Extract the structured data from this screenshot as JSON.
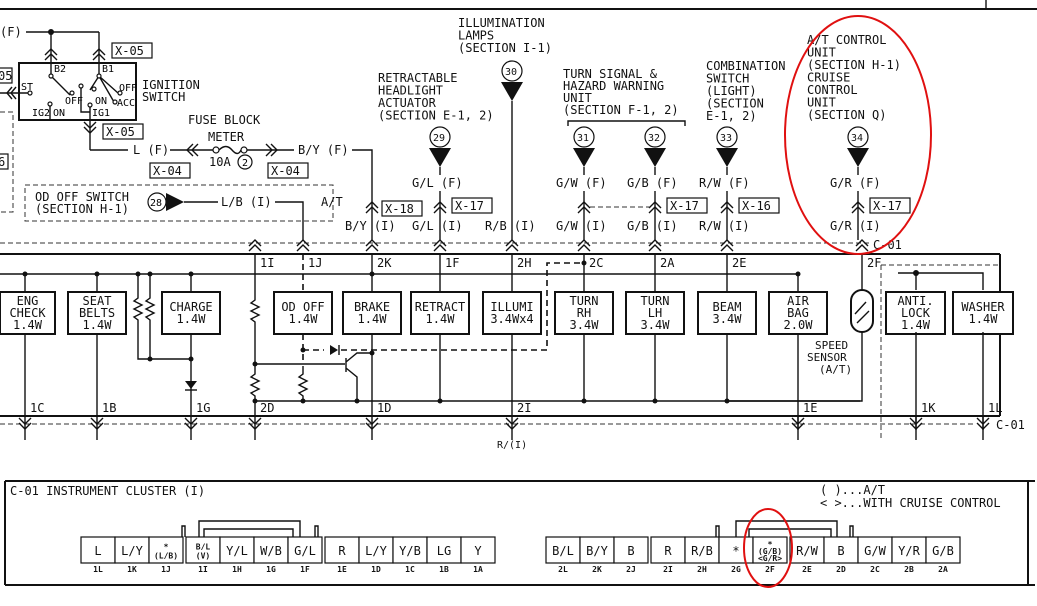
{
  "top_left": {
    "wire_f": "(F)",
    "tag_05_left": "05",
    "tag_6_left": "6",
    "ignition_switch": {
      "line1": "IGNITION",
      "line2": "SWITCH",
      "tag_top": "X-05",
      "tag_bottom": "X-05",
      "terminals": {
        "b2": "B2",
        "b1": "B1",
        "st": "ST",
        "off1": "OFF",
        "off2": "OFF",
        "on1": "ON",
        "on2": "ON",
        "acc": "ACC",
        "ig2": "IG2",
        "ig1": "IG1"
      }
    },
    "fuse_block": {
      "title": "FUSE BLOCK",
      "name": "METER",
      "rating": "10A",
      "num": "2",
      "wire_in": "L (F)",
      "wire_out": "B/Y (F)",
      "tag_in": "X-04",
      "tag_out": "X-04"
    },
    "od_off_switch": {
      "line1": "OD OFF SWITCH",
      "line2": "(SECTION H-1)",
      "num": "28",
      "wire": "L/B (I)",
      "note": "A/T"
    }
  },
  "sources": [
    {
      "id": "29",
      "lines": [
        "RETRACTABLE",
        "HEADLIGHT",
        "ACTUATOR",
        " (SECTION E-1, 2)"
      ],
      "wire_f": "G/L (F)",
      "tag": "X-17",
      "wire_i": "G/L (I)"
    },
    {
      "id": "30",
      "lines": [
        "ILLUMINATION",
        "LAMPS",
        " (SECTION I-1)"
      ],
      "wire_i": "R/B (I)"
    },
    {
      "id": "31",
      "wire_f": "G/W (F)",
      "wire_i": "G/W (I)"
    },
    {
      "id": "32",
      "wire_f": "G/B (F)",
      "tag": "X-17",
      "wire_i": "G/B (I)"
    },
    {
      "id": "33",
      "lines": [
        "COMBINATION",
        "SWITCH",
        " (LIGHT)",
        " (SECTION",
        "  E-1, 2)"
      ],
      "wire_f": "R/W (F)",
      "tag": "X-16",
      "wire_i": "R/W (I)"
    },
    {
      "id": "34",
      "lines": [
        "A/T CONTROL",
        "UNIT",
        " (SECTION H-1)",
        "CRUISE",
        "CONTROL",
        "UNIT",
        " (SECTION Q)"
      ],
      "wire_f": "G/R (F)",
      "tag": "X-17",
      "wire_i": "G/R (I)"
    }
  ],
  "turn_unit": {
    "lines": [
      "TURN SIGNAL &",
      "HAZARD WARNING",
      "UNIT",
      " (SECTION F-1, 2)"
    ]
  },
  "by_wire": {
    "wire_i": "B/Y (I)",
    "tag": "X-18"
  },
  "connector_label_top": "C-01",
  "connector_label_bottom": "C-01",
  "pins_top": [
    "1I",
    "1J",
    "2K",
    "1F",
    "2H",
    "2C",
    "2A",
    "2E",
    "2F"
  ],
  "pins_bottom": [
    "1C",
    "1B",
    "1G",
    "2D",
    "1D",
    "2I",
    "1E",
    "1K",
    "1L"
  ],
  "lamps": [
    {
      "name": "ENG\nCHECK\n1.4W"
    },
    {
      "name": "SEAT\nBELTS\n1.4W"
    },
    {
      "name": "CHARGE\n1.4W"
    },
    {
      "name": "OD OFF\n1.4W"
    },
    {
      "name": "BRAKE\n1.4W"
    },
    {
      "name": "RETRACT\n1.4W"
    },
    {
      "name": "ILLUMI\n3.4Wx4"
    },
    {
      "name": "TURN\nRH\n3.4W"
    },
    {
      "name": "TURN\nLH\n3.4W"
    },
    {
      "name": "BEAM\n3.4W"
    },
    {
      "name": "AIR\nBAG\n2.0W"
    },
    {
      "name": "ANTI.\nLOCK\n1.4W"
    },
    {
      "name": "WASHER\n1.4W"
    }
  ],
  "speed_sensor": {
    "lines": [
      "SPEED",
      "SENSOR",
      "(A/T)"
    ]
  },
  "bottom_wire_partial": "R/(I)",
  "connector_panel": {
    "title": "C-01 INSTRUMENT CLUSTER (I)",
    "legend": [
      "( )...A/T",
      "< >...WITH CRUISE CONTROL"
    ],
    "row1": [
      {
        "pin": "1L",
        "color": "L"
      },
      {
        "pin": "1K",
        "color": "L/Y"
      },
      {
        "pin": "1J",
        "color": "*\n(L/B)"
      },
      {
        "pin": "1I",
        "color": "B/L\n(V)"
      },
      {
        "pin": "1H",
        "color": "Y/L"
      },
      {
        "pin": "1G",
        "color": "W/B"
      },
      {
        "pin": "1F",
        "color": "G/L"
      },
      {
        "pin": "1E",
        "color": "R"
      },
      {
        "pin": "1D",
        "color": "L/Y"
      },
      {
        "pin": "1C",
        "color": "Y/B"
      },
      {
        "pin": "1B",
        "color": "LG"
      },
      {
        "pin": "1A",
        "color": "Y"
      }
    ],
    "row2": [
      {
        "pin": "2L",
        "color": "B/L"
      },
      {
        "pin": "2K",
        "color": "B/Y"
      },
      {
        "pin": "2J",
        "color": "B"
      },
      {
        "pin": "2I",
        "color": "R"
      },
      {
        "pin": "2H",
        "color": "R/B"
      },
      {
        "pin": "2G",
        "color": "*"
      },
      {
        "pin": "2F",
        "color": "*\n(G/B)\n<G/R>"
      },
      {
        "pin": "2E",
        "color": "R/W"
      },
      {
        "pin": "2D",
        "color": "B"
      },
      {
        "pin": "2C",
        "color": "G/W"
      },
      {
        "pin": "2B",
        "color": "Y/R"
      },
      {
        "pin": "2A",
        "color": "G/B"
      }
    ]
  },
  "annotation_color": "#e01010"
}
